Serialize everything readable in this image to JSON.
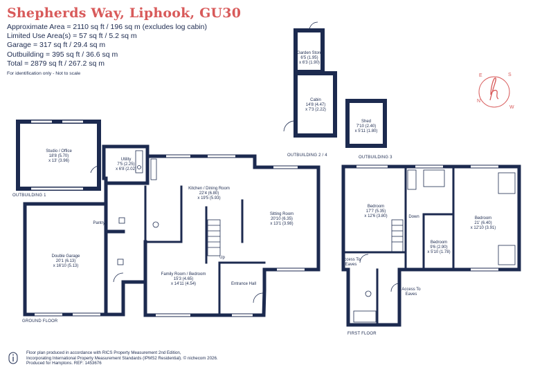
{
  "header": {
    "title": "Shepherds Way, Liphook, GU30",
    "areas": [
      "Approximate Area = 2110 sq ft / 196 sq m (excludes log cabin)",
      "Limited Use Area(s) = 57 sq ft / 5.2 sq m",
      "Garage = 317 sq ft / 29.4 sq m",
      "Outbuilding = 395 sq ft / 36.6 sq m",
      "Total = 2879 sq ft / 267.2 sq m"
    ],
    "note": "For identification only - Not to scale"
  },
  "logo": {
    "letter": "h",
    "compass": [
      "N",
      "E",
      "S",
      "W"
    ]
  },
  "colors": {
    "wall": "#1c2a4f",
    "title": "#d85a5a",
    "logo": "#d85a5a"
  },
  "section_labels": {
    "ground_floor": "GROUND FLOOR",
    "first_floor": "FIRST FLOOR",
    "outbuilding_1": "OUTBUILDING 1",
    "outbuilding_2_4": "OUTBUILDING 2 / 4",
    "outbuilding_3": "OUTBUILDING 3"
  },
  "rooms": {
    "garden_store": [
      "Garden Store",
      "6'5 (1.95)",
      "x 6'3 (1.90)"
    ],
    "cabin": [
      "Cabin",
      "14'8 (4.47)",
      "x 7'3 (2.22)"
    ],
    "shed": [
      "Shed",
      "7'10 (2.40)",
      "x 5'11 (1.80)"
    ],
    "studio": [
      "Studio / Office",
      "18'8 (5.70)",
      "x 13' (3.96)"
    ],
    "utility": [
      "Utility",
      "7'5 (2.25)",
      "x 6'8 (2.02)"
    ],
    "kitchen": [
      "Kitchen / Dining Room",
      "22'4 (6.80)",
      "x 19'5 (5.93)"
    ],
    "sitting": [
      "Sitting Room",
      "20'10 (6.35)",
      "x 13'1 (3.98)"
    ],
    "pantry": [
      "Pantry"
    ],
    "garage": [
      "Double Garage",
      "20'1 (6.13)",
      "x 16'10 (5.13)"
    ],
    "family": [
      "Family Room / Bedroom",
      "15'3 (4.65)",
      "x 14'11 (4.54)"
    ],
    "hall": [
      "Entrance Hall"
    ],
    "up": [
      "Up"
    ],
    "bedroom_left": [
      "Bedroom",
      "17'7 (5.35)",
      "x 12'6 (3.80)"
    ],
    "bedroom_mid": [
      "Bedroom",
      "9'6 (2.90)",
      "x 5'10 (1.78)"
    ],
    "bedroom_right": [
      "Bedroom",
      "21' (6.40)",
      "x 12'10 (3.91)"
    ],
    "down": [
      "Down"
    ],
    "eaves_left": [
      "Access To",
      "Eaves"
    ],
    "eaves_right": [
      "Access To",
      "Eaves"
    ]
  },
  "footer": {
    "lines": [
      "Floor plan produced in accordance with RICS Property Measurement 2nd Edition,",
      "Incorporating International Property Measurement Standards (IPMS2 Residential).  © nichecom 2026.",
      "Produced for Hamptons.   REF:  1453676"
    ]
  }
}
